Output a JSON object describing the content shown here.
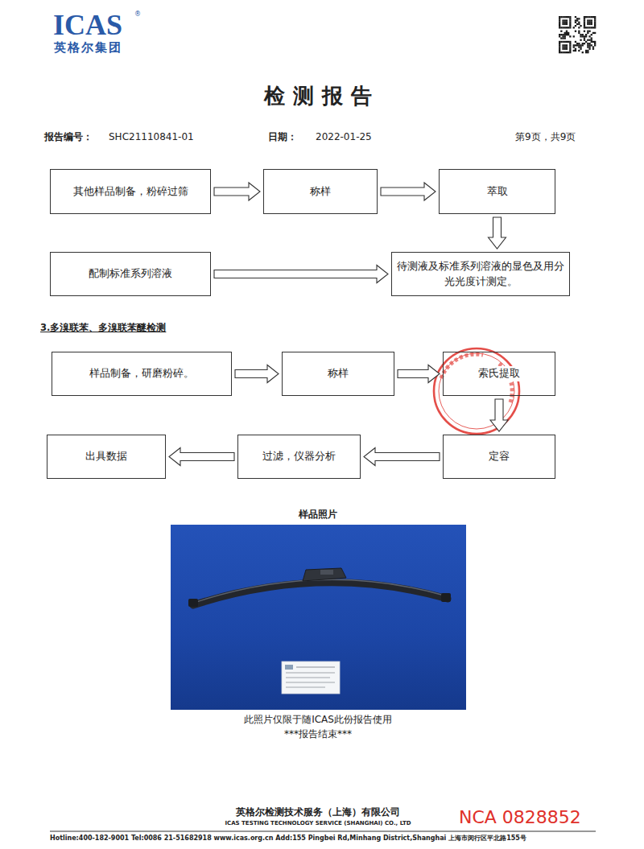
{
  "diagram": {
    "title": "检测报告",
    "nodes": [
      {
        "text": [
          "其他样品制备，粉碎过筛"
        ]
      },
      {
        "text": [
          "称样"
        ]
      },
      {
        "text": [
          "萃取"
        ]
      },
      {
        "text": [
          "配制标准系列溶液"
        ]
      },
      {
        "text": [
          "待测液及标准系列溶液的显色及用分光光度计测定。"
        ]
      },
      {
        "text": [
          "样品制备，研磨粉碎。"
        ]
      },
      {
        "text": [
          "称样"
        ]
      },
      {
        "text": [
          "索氏提取"
        ]
      },
      {
        "text": [
          "定容"
        ]
      },
      {
        "text": [
          "过滤，仪器分析"
        ]
      },
      {
        "text": [
          "出具数据"
        ]
      }
    ],
    "edges": [
      {
        "from": 0,
        "to": 1,
        "arrow": "to"
      },
      {
        "from": 1,
        "to": 2,
        "arrow": "to"
      },
      {
        "from": 2,
        "to": 4,
        "arrow": "to"
      },
      {
        "from": 3,
        "to": 4,
        "arrow": "to"
      },
      {
        "from": 5,
        "to": 6,
        "arrow": "to"
      },
      {
        "from": 6,
        "to": 7,
        "arrow": "to"
      },
      {
        "from": 7,
        "to": 8,
        "arrow": "to"
      },
      {
        "from": 8,
        "to": 9,
        "arrow": "to"
      },
      {
        "from": 9,
        "to": 10,
        "arrow": "to"
      }
    ],
    "labels": [
      "ICAS",
      "®",
      "英格尔集团",
      "报告编号：",
      "SHC21110841-01",
      "日期：",
      "2022-01-25",
      "第9页，共9页",
      "3.多溴联苯、多溴联苯醚检测",
      "样品照片",
      "此照片仅限于随ICAS此份报告使用",
      "***报告结束***",
      "英格尔检测技术服务（上海）有限公司",
      "ICAS TESTING TECHNOLOGY SERVICE (SHANGHAI) CO., LTD",
      "NCA 0828852",
      "Hotline:400-182-9001 Tel:0086 21-51682918 www.icas.org.cn Add:155 Pingbei Rd,Minhang District,Shanghai 上海市闵行区平北路155号"
    ]
  }
}
